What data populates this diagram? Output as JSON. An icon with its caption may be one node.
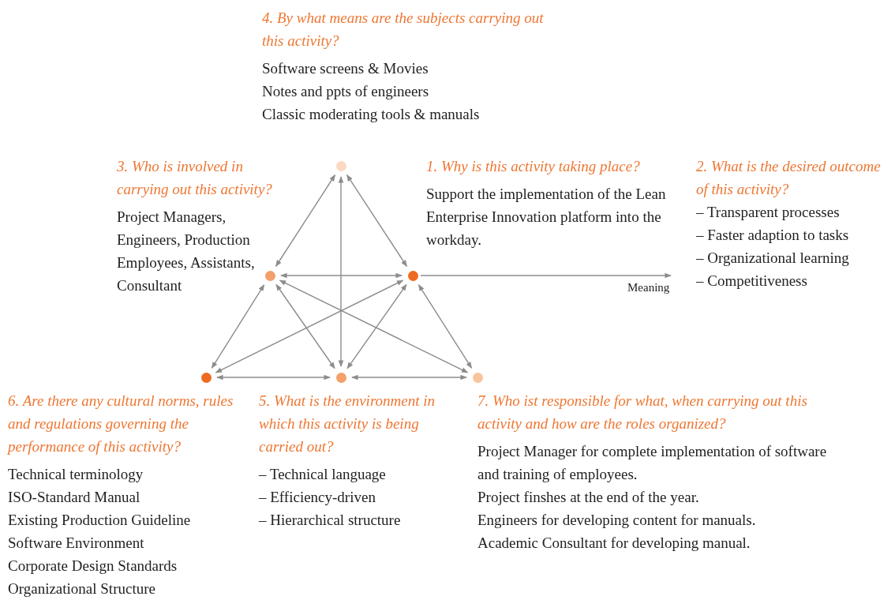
{
  "diagram": {
    "nodes": [
      {
        "text": [],
        "shape": "circle",
        "beside": [
          "4. By what means are the subjects carrying out this activity?",
          "Software screens & Movies",
          "Notes and ppts of engineers",
          "Classic moderating tools & manuals"
        ]
      },
      {
        "text": [],
        "shape": "circle",
        "beside": [
          "3. Who is involved in carrying out this activity?",
          "Project Managers, Engineers, Production Employees, Assistants, Consultant"
        ]
      },
      {
        "text": [],
        "shape": "circle",
        "beside": [
          "1. Why is this activity taking place?",
          "Support the implementation of the Lean Enterprise Innovation platform into the workday."
        ]
      },
      {
        "text": [
          "2. What is the desired outcome of this activity?",
          "– Transparent processes",
          "– Faster adaption to tasks",
          "– Organizational learning",
          "– Competitiveness"
        ]
      },
      {
        "text": [],
        "shape": "circle",
        "beside": [
          "6. Are there any cultural norms, rules and regulations governing the performance of this activity?",
          "Technical terminology",
          "ISO-Standard Manual",
          "Existing Production Guideline",
          "Software Environment",
          "Corporate Design Standards",
          "Organizational Structure"
        ]
      },
      {
        "text": [],
        "shape": "circle",
        "beside": [
          "5. What is the environment in which this activity is being carried out?",
          "– Technical language",
          "– Efficiency-driven",
          "– Hierarchical structure"
        ]
      },
      {
        "text": [],
        "shape": "circle",
        "beside": [
          "7. Who ist responsible for what, when carrying out this activity and how are the roles organized?",
          "Project Manager for complete implementation of software and training of employees.",
          "Project finshes at the end of the year.",
          "Engineers for developing content for manuals.",
          "Academic Consultant for developing manual."
        ]
      }
    ],
    "edges": [
      {
        "from": 0,
        "to": 1,
        "arrow": "both"
      },
      {
        "from": 0,
        "to": 2,
        "arrow": "both"
      },
      {
        "from": 0,
        "to": 5,
        "arrow": "both"
      },
      {
        "from": 1,
        "to": 2,
        "arrow": "both"
      },
      {
        "from": 1,
        "to": 4,
        "arrow": "both"
      },
      {
        "from": 1,
        "to": 5,
        "arrow": "both"
      },
      {
        "from": 1,
        "to": 6,
        "arrow": "both"
      },
      {
        "from": 2,
        "to": 4,
        "arrow": "both"
      },
      {
        "from": 2,
        "to": 5,
        "arrow": "both"
      },
      {
        "from": 2,
        "to": 6,
        "arrow": "both"
      },
      {
        "from": 4,
        "to": 5,
        "arrow": "both"
      },
      {
        "from": 5,
        "to": 6,
        "arrow": "both"
      },
      {
        "from": 2,
        "to": 3,
        "arrow": "to",
        "label": "Meaning"
      }
    ]
  }
}
